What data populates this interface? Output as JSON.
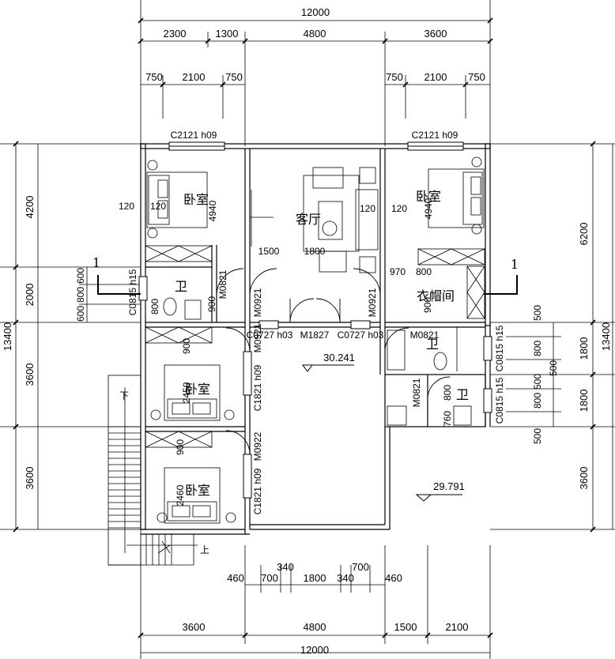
{
  "dims_top_total": "12000",
  "dims_top_1": [
    "2300",
    "1300",
    "4800",
    "3600"
  ],
  "dims_top_2_left": [
    "750",
    "2100",
    "750"
  ],
  "dims_top_2_right": [
    "750",
    "2100",
    "750"
  ],
  "dims_bottom_total": "12000",
  "dims_bottom_1": [
    "3600",
    "4800",
    "1500",
    "2100"
  ],
  "dims_bottom_2": [
    "460",
    "700",
    "340",
    "1800",
    "340",
    "700",
    "460"
  ],
  "dims_left": [
    "4200",
    "2000",
    "3600",
    "3600"
  ],
  "dims_left_total": "13400",
  "dims_left_small": [
    "600",
    "800",
    "600"
  ],
  "dims_right": [
    "6200",
    "1800",
    "1800",
    "3600"
  ],
  "dims_right_total": "13400",
  "dims_right_small": [
    "500",
    "800",
    "500",
    "500",
    "800",
    "500"
  ],
  "windows": {
    "c2121_left": "C2121 h09",
    "c2121_right": "C2121 h09",
    "c0815_left": "C0815 h15",
    "c0815_right_top": "C0815 h15",
    "c0815_right_bot": "C0815 h15",
    "c1821_a": "C1821 h09",
    "c1821_b": "C1821 h09",
    "c0727_a": "C0727 h03",
    "c0727_b": "C0727 h03"
  },
  "doors": {
    "m0821_a": "M0821",
    "m0921_a": "M0921",
    "m0921_b": "M0921",
    "m0921_c": "M0921",
    "m1827": "M1827",
    "m0821_b": "M0821",
    "m0821_c": "M0821",
    "m0922": "M0922"
  },
  "rooms": {
    "bed_tl": "卧室",
    "living": "客厅",
    "bed_tr": "卧室",
    "bath_l": "卫",
    "cloak": "衣帽间",
    "bath_r1": "卫",
    "bath_r2": "卫",
    "bed_ml": "卧室",
    "bed_bl": "卧室"
  },
  "interior": {
    "n4940_a": "4940",
    "n4940_b": "4940",
    "n120_a": "120",
    "n120_b": "120",
    "n120_c": "120",
    "n120_d": "120",
    "n1500": "1500",
    "n1800": "1800",
    "n970": "970",
    "n800_a": "800",
    "n900_a": "900",
    "n900_b": "900",
    "n900_c": "900",
    "n900_d": "900",
    "n800_b": "800",
    "n2450": "2450",
    "n2460": "2460",
    "n760": "760",
    "n800_c": "800"
  },
  "elevations": {
    "e1": "30.241",
    "e2": "29.791"
  },
  "section": {
    "left": "1",
    "right": "1"
  },
  "stairs": {
    "down": "下",
    "up": "上"
  }
}
